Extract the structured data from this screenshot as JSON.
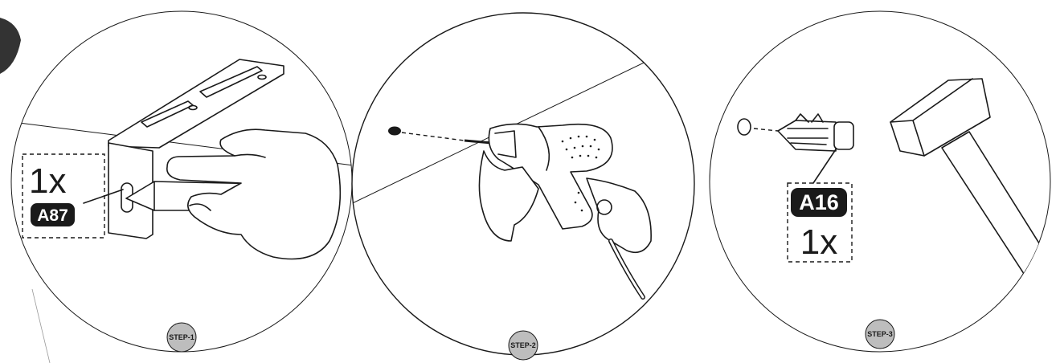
{
  "steps": [
    {
      "label": "STEP-1",
      "quantity": "1x",
      "part_code": "A87"
    },
    {
      "label": "STEP-2"
    },
    {
      "label": "STEP-3",
      "quantity": "1x",
      "part_code": "A16"
    }
  ],
  "colors": {
    "ink": "#1a1a1a",
    "badge": "#bdbdbd",
    "background": "#ffffff"
  }
}
